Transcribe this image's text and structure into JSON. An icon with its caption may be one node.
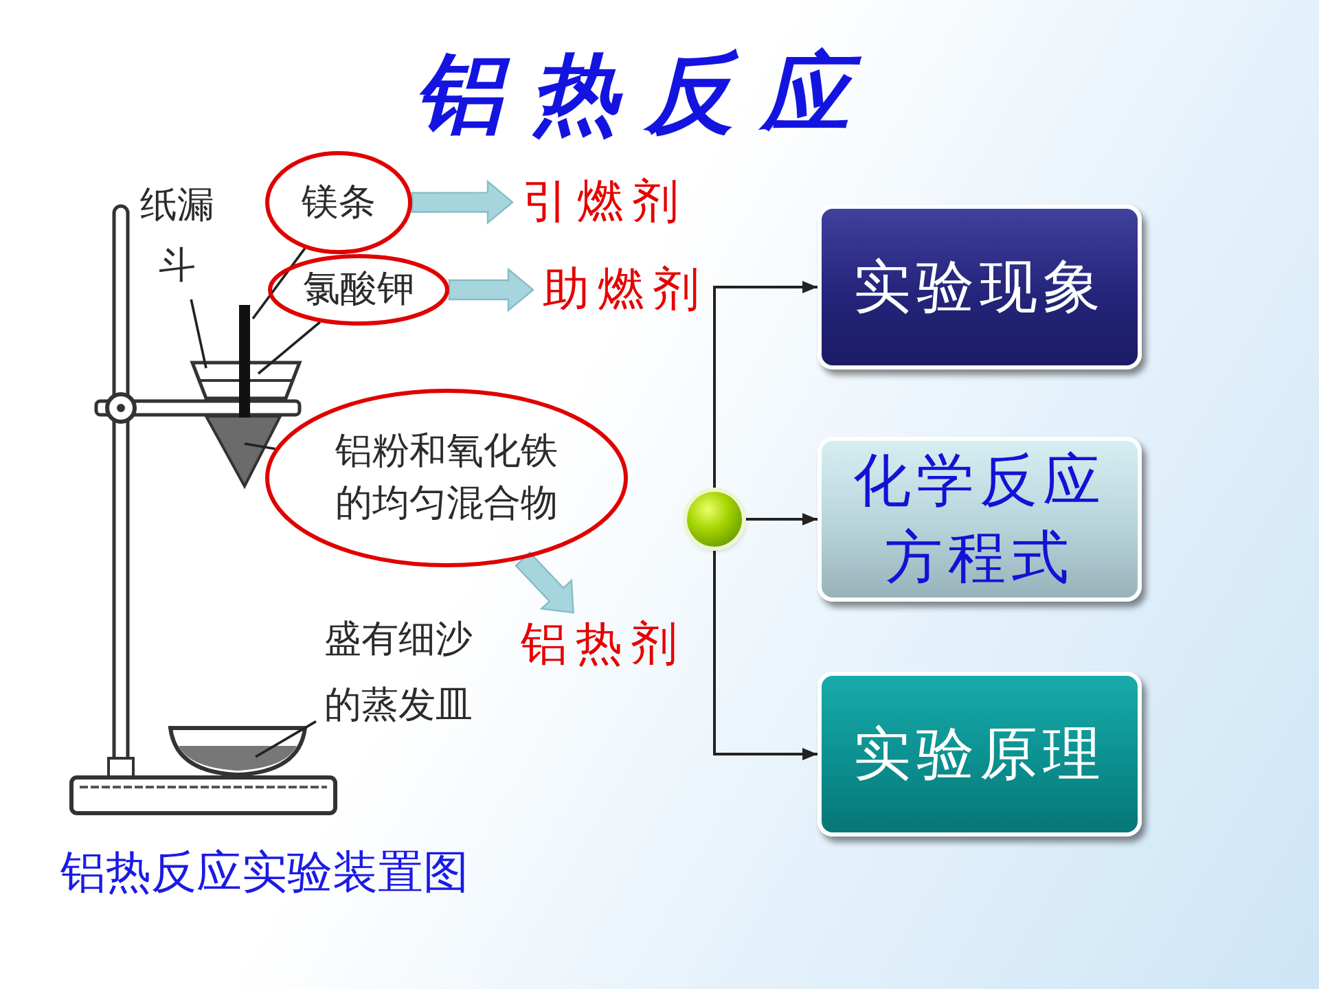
{
  "diagram": {
    "title": "铝热反应",
    "caption": "铝热反应实验装置图",
    "nodes": [
      {
        "text": [
          "纸漏斗"
        ]
      },
      {
        "text": [
          "镁条"
        ]
      },
      {
        "text": [
          "引燃剂"
        ]
      },
      {
        "text": [
          "氯酸钾"
        ]
      },
      {
        "text": [
          "助燃剂"
        ]
      },
      {
        "text": [
          "铝粉和氧化铁的均匀混合物"
        ]
      },
      {
        "text": [
          "铝热剂"
        ]
      },
      {
        "text": [
          "盛有细沙的蒸发皿"
        ]
      },
      {
        "text": [],
        "shape": "circle"
      },
      {
        "text": [
          "实验现象"
        ]
      },
      {
        "text": [
          "化学反应方程式"
        ]
      },
      {
        "text": [
          "实验原理"
        ]
      }
    ],
    "edges": [
      {
        "from": 0,
        "to": null,
        "arrow": "none"
      },
      {
        "from": 1,
        "to": null,
        "arrow": "none"
      },
      {
        "from": 3,
        "to": null,
        "arrow": "none"
      },
      {
        "from": 5,
        "to": null,
        "arrow": "none"
      },
      {
        "from": 7,
        "to": null,
        "arrow": "none"
      },
      {
        "from": 1,
        "to": 2,
        "arrow": "to",
        "style": "thick",
        "color": "#a6d5de"
      },
      {
        "from": 3,
        "to": 4,
        "arrow": "to",
        "style": "thick",
        "color": "#a6d5de"
      },
      {
        "from": 5,
        "to": 6,
        "arrow": "to",
        "style": "thick",
        "color": "#a6d5de"
      },
      {
        "from": 8,
        "to": 9,
        "arrow": "to"
      },
      {
        "from": 8,
        "to": 10,
        "arrow": "to"
      },
      {
        "from": 8,
        "to": 11,
        "arrow": "to"
      }
    ]
  }
}
